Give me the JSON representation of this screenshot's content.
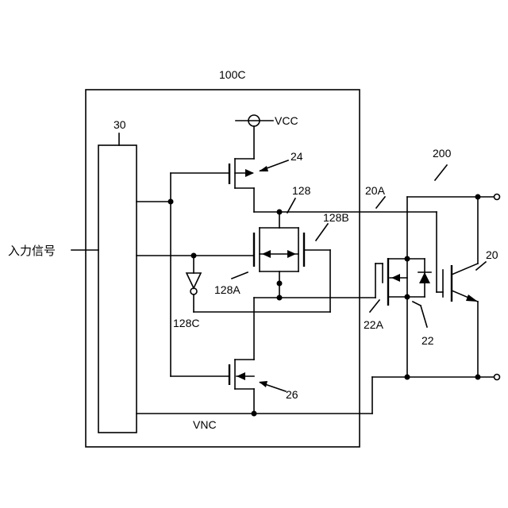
{
  "labels": {
    "module": "100C",
    "controller": "30",
    "vcc": "VCC",
    "vnc": "VNC",
    "input": "入力信号",
    "upper_tr": "24",
    "lower_tr": "26",
    "switch": "128",
    "switch_a": "128A",
    "switch_b": "128B",
    "inverter": "128C",
    "node_a": "20A",
    "node_b": "22A",
    "external": "200",
    "igbt": "20",
    "mosfet": "22"
  }
}
